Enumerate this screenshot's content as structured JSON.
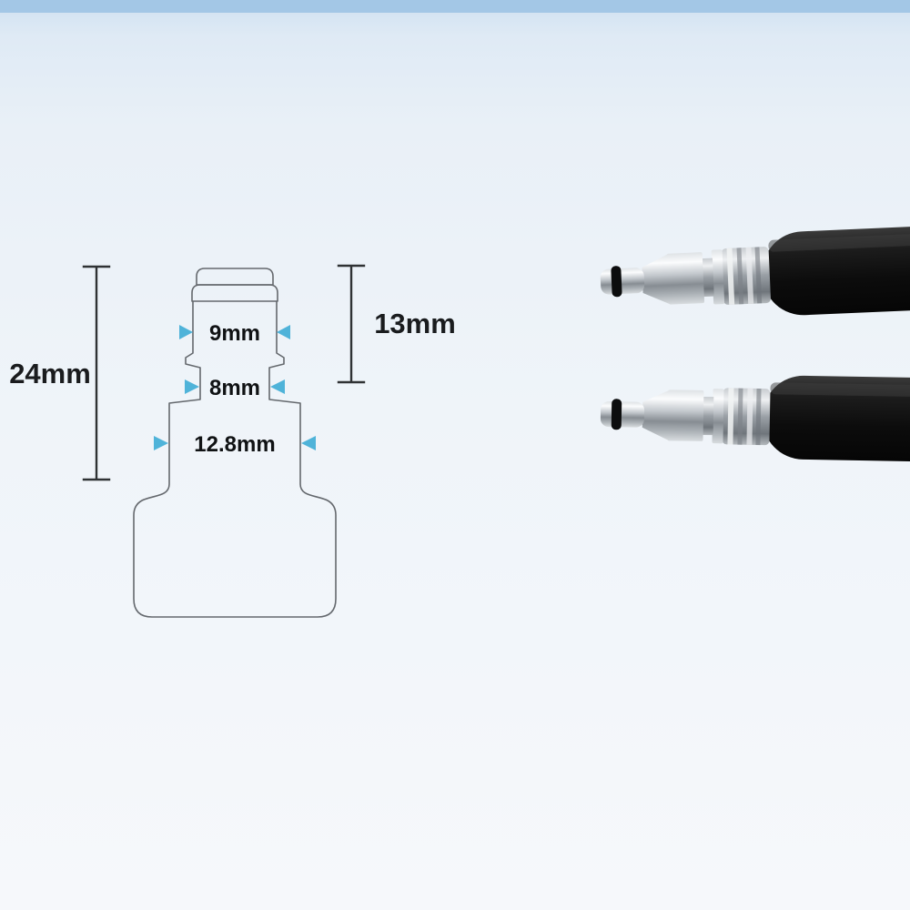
{
  "background": {
    "top_band_color": "#a3c7e6",
    "body_color": "#eef3f8"
  },
  "diagram": {
    "dimensions": {
      "overall_height": "24mm",
      "upper_section_height": "13mm",
      "neck_width": "9mm",
      "groove_width": "8mm",
      "body_width": "12.8mm"
    },
    "accent_color": "#4fb3d9",
    "outline_color": "#64686d",
    "bracket_color": "#2f3234"
  },
  "photo": {
    "connectors": [
      {
        "name": "quick-connect-hose-fitting-top"
      },
      {
        "name": "quick-connect-hose-fitting-bottom"
      }
    ]
  }
}
